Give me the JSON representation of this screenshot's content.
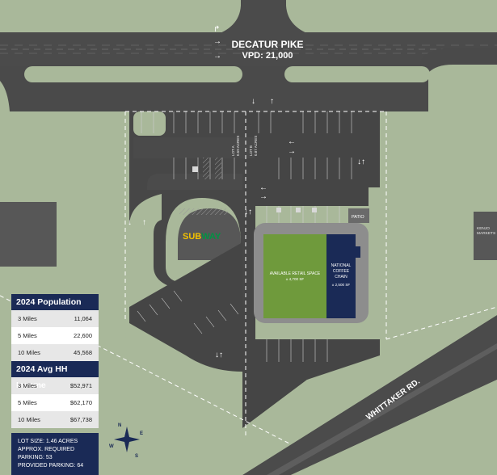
{
  "roads": {
    "main_road_name": "DECATUR PIKE",
    "main_road_vpd": "VPD: 21,000",
    "side_road_name": "WHITTAKER RD."
  },
  "site": {
    "available_space_label": "AVAILABLE RETAIL SPACE",
    "available_space_size": "± 4,700 SF",
    "coffee_label_line1": "NATIONAL",
    "coffee_label_line2": "COFFEE",
    "coffee_label_line3": "CHAIN",
    "coffee_size": "± 2,500 SF",
    "patio_label": "PATIO",
    "subway_logo_part1": "SUB",
    "subway_logo_part2": "WAY",
    "lot_a_line1": "LOT A",
    "lot_a_line2": "0.59 ACRES",
    "lot_b_line1": "LOT B",
    "lot_b_line2": "0.87 ACRES",
    "neighbor_label_line1": "KENJO",
    "neighbor_label_line2": "MARKETS"
  },
  "population": {
    "heading": "2024 Population",
    "rows": [
      {
        "label": "3 Miles",
        "value": "11,064"
      },
      {
        "label": "5 Miles",
        "value": "22,600"
      },
      {
        "label": "10 Miles",
        "value": "45,568"
      }
    ]
  },
  "income": {
    "heading": "2024 Avg HH Income",
    "rows": [
      {
        "label": "3 Miles",
        "value": "$52,971"
      },
      {
        "label": "5 Miles",
        "value": "$62,170"
      },
      {
        "label": "10 Miles",
        "value": "$67,738"
      }
    ]
  },
  "lot_info": {
    "line1": "LOT SIZE: 1.46 ACRES",
    "line2": "APPROX. REQUIRED",
    "line3": "PARKING: 53",
    "line4": "PROVIDED PARKING: 64"
  },
  "compass": {
    "n": "N",
    "s": "S",
    "e": "E",
    "w": "W"
  },
  "colors": {
    "grass": "#a9b89a",
    "asphalt": "#4a4a4a",
    "available_space": "#6f9a3c",
    "coffee_chain": "#1a2a56",
    "panel_navy": "#1a2a56",
    "subway_yellow": "#f2c000",
    "subway_green": "#009343"
  }
}
